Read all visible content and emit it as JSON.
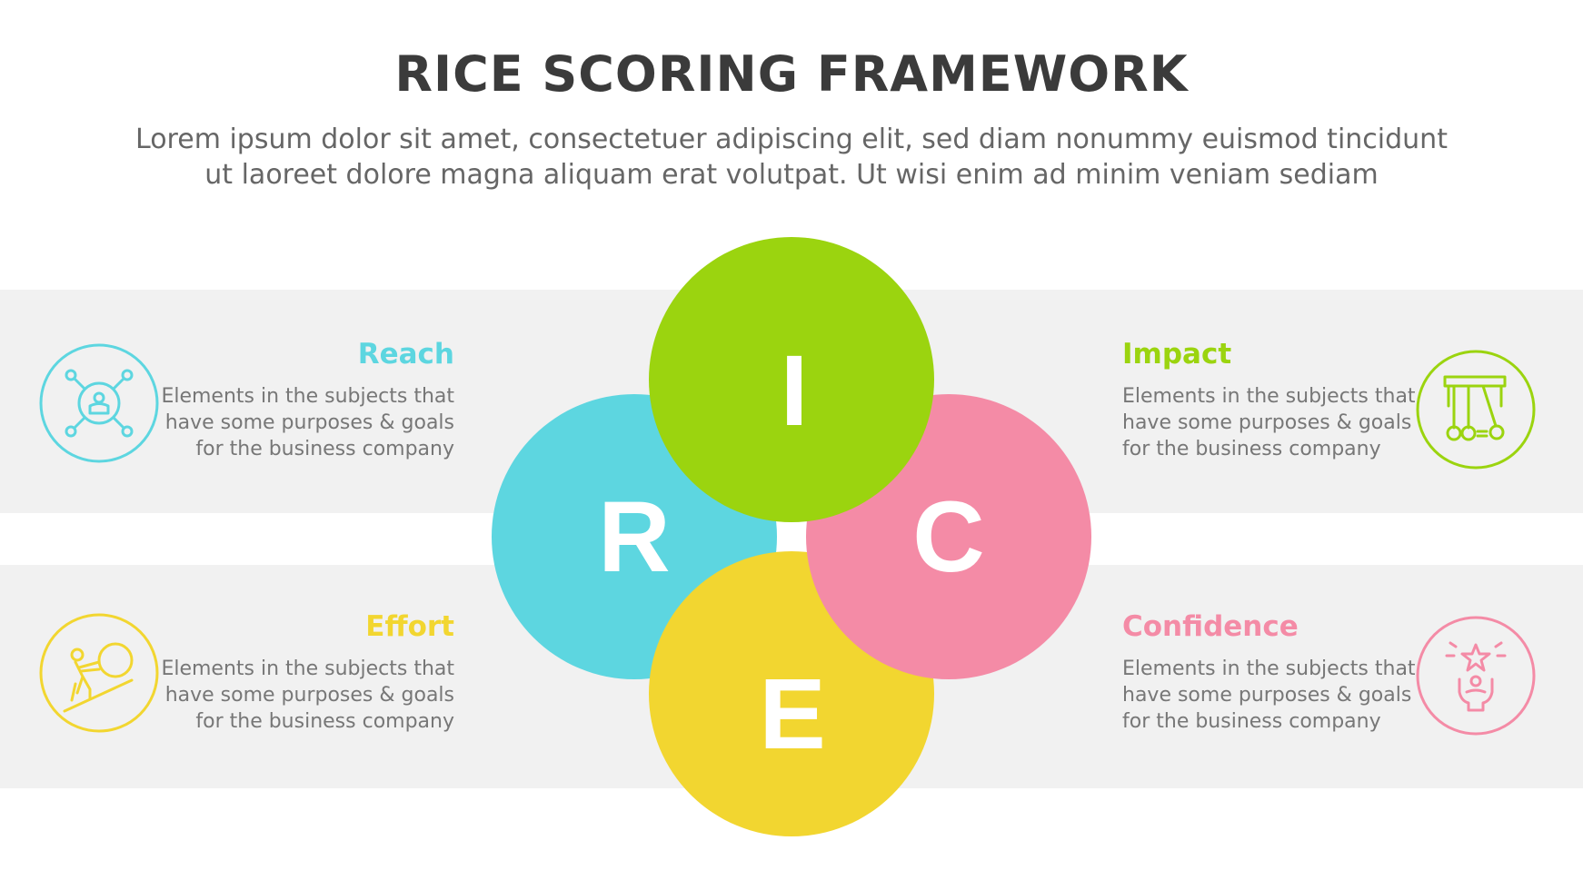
{
  "title": "RICE SCORING FRAMEWORK",
  "subtitle": {
    "line1": "Lorem ipsum dolor sit amet, consectetuer adipiscing elit, sed diam nonummy euismod tincidunt",
    "line2": "ut laoreet dolore magna aliquam erat volutpat. Ut wisi enim ad minim veniam sediam"
  },
  "colors": {
    "reach": "#5dd6e0",
    "impact": "#9bd40f",
    "confidence": "#f48ba6",
    "effort": "#f2d630",
    "title": "#3b3b3b",
    "band": "#f1f1f1"
  },
  "letters": {
    "reach": "R",
    "impact": "I",
    "confidence": "C",
    "effort": "E"
  },
  "reach": {
    "heading": "Reach",
    "lines": [
      "Elements in the subjects that",
      "have  some purposes & goals",
      "for the  business company"
    ],
    "icon": "network-user-icon"
  },
  "impact": {
    "heading": "Impact",
    "lines": [
      "Elements in the subjects that",
      "have  some purposes & goals",
      "for the  business company"
    ],
    "icon": "newtons-cradle-icon"
  },
  "effort": {
    "heading": "Effort",
    "lines": [
      "Elements in the subjects that",
      "have  some purposes & goals",
      "for the  business company"
    ],
    "icon": "push-boulder-icon"
  },
  "confidence": {
    "heading": "Confidence",
    "lines": [
      "Elements in the subjects that",
      "have  some purposes & goals",
      "for the  business company"
    ],
    "icon": "star-hand-icon"
  }
}
